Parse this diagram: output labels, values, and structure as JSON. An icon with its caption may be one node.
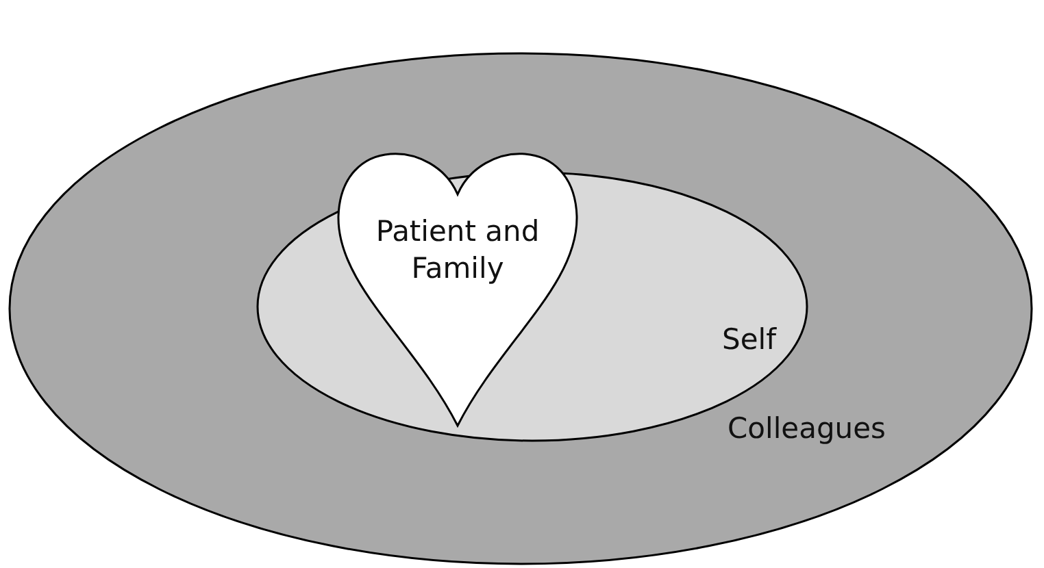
{
  "diagram": {
    "nodes": [
      {
        "text": [
          "Colleagues"
        ]
      },
      {
        "text": [
          "Self"
        ],
        "in": 0
      },
      {
        "text": [
          "Patient and Family"
        ],
        "in": 1
      }
    ]
  }
}
